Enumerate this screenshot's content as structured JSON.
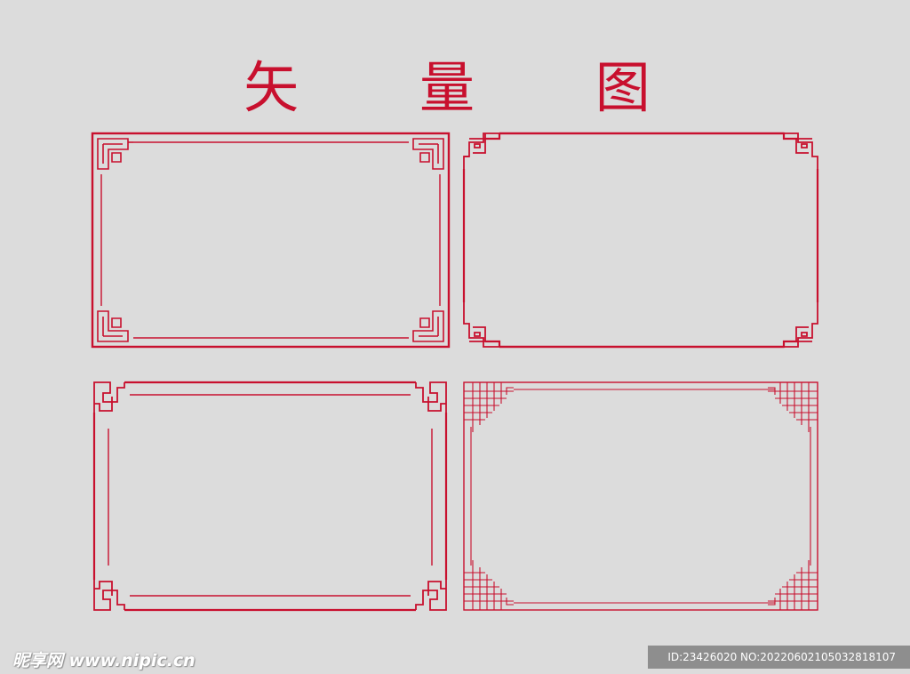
{
  "title": "矢 量 图",
  "colors": {
    "frame": "#c8102e",
    "background": "#dcdcdc"
  },
  "frames": [
    {
      "name": "frame-1",
      "style": "fret-corners-inset-lines"
    },
    {
      "name": "frame-2",
      "style": "stepped-fret-corners"
    },
    {
      "name": "frame-3",
      "style": "hook-fret-corners-double-lines"
    },
    {
      "name": "frame-4",
      "style": "lattice-corners-thin-lines"
    }
  ],
  "footer": {
    "watermark": "昵享网 www.nipic.cn",
    "id_info": "ID:23426020 NO:20220602105032818107"
  }
}
